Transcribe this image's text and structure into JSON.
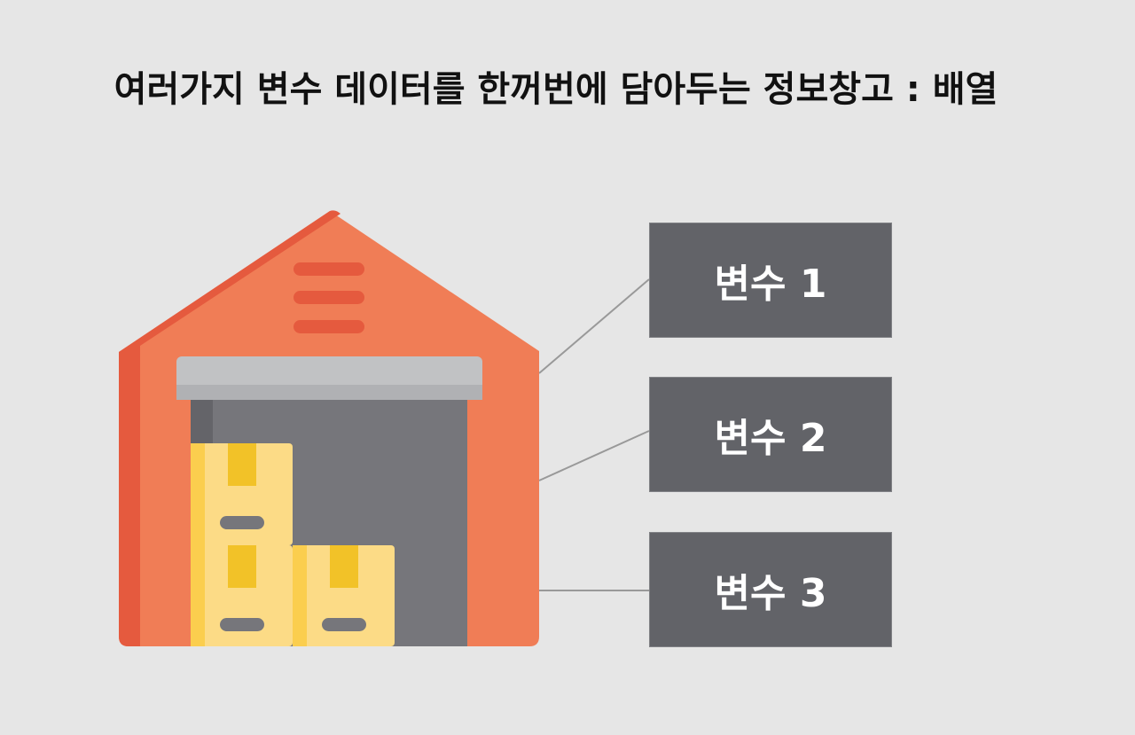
{
  "title": "여러가지 변수 데이터를 한꺼번에 담아두는 정보창고 : 배열",
  "variables": [
    {
      "label": "변수 1"
    },
    {
      "label": "변수 2"
    },
    {
      "label": "변수 3"
    }
  ],
  "icons": {
    "warehouse": "warehouse-icon",
    "box": "box-icon"
  },
  "colors": {
    "background": "#e6e6e6",
    "warehouse_wall": "#f07d56",
    "warehouse_shadow": "#e55a3e",
    "door": "#76767b",
    "door_frame": "#c1c2c4",
    "box": "#fcdb86",
    "box_tape": "#f2c228",
    "variable_box": "#626368",
    "connector": "#999999"
  }
}
